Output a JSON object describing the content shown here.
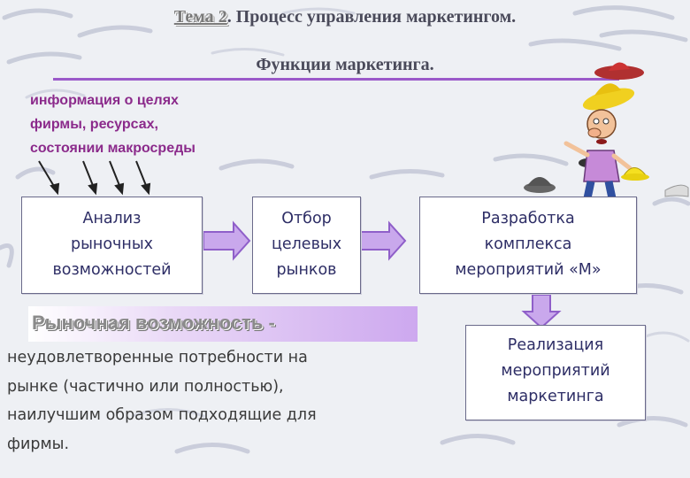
{
  "slide": {
    "title_prefix": "Тема 2",
    "title_rest": ". Процесс управления маркетингом.",
    "subtitle": "Функции маркетинга."
  },
  "info_note": {
    "lines": [
      "информация о целях",
      "фирмы, ресурсах,",
      "состоянии макросреды"
    ]
  },
  "process": {
    "step1": [
      "Анализ",
      "рыночных",
      "возможностей"
    ],
    "step2": [
      "Отбор",
      "целевых",
      "рынков"
    ],
    "step3": [
      "Разработка",
      "комплекса",
      "мероприятий «М»"
    ],
    "step4": [
      "Реализация",
      "мероприятий",
      "маркетинга"
    ]
  },
  "definition": {
    "term": "Рыночная возможность -",
    "text_lines": [
      "неудовлетворенные потребности на",
      "рынке (частично или полностью),",
      "наилучшим образом подходящие для",
      "фирмы."
    ]
  },
  "colors": {
    "arrow_fill": "#c9a8ec",
    "arrow_stroke": "#8f5fc9",
    "info_text": "#8b2a8b",
    "box_text": "#2e2e66"
  },
  "icons": [
    "cartoon-man-hats-icon"
  ]
}
